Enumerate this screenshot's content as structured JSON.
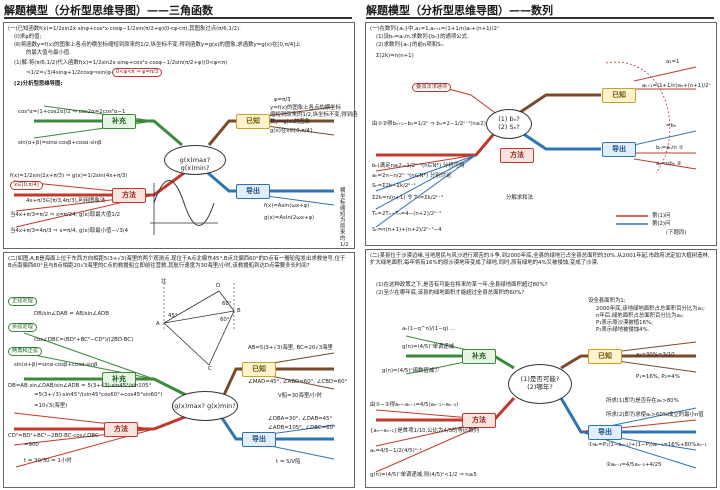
{
  "left": {
    "title": "解题模型（分析型思维导图）——三角函数",
    "problem1": {
      "intro": "(一)已知函数f(x)=1/2sin2x·sinφ+cos²x·cosφ−1/2sin(π/2+φ)(0<φ<π),其图象过点(π/6,1/2).",
      "q1": "(Ⅰ)求φ的值;",
      "q2": "(Ⅱ)将函数y=f(x)的图象上各点的横坐标缩短到原来的1/2,纵坐标不变,得到函数y=g(x)的图象,求函数y=g(x)在[0,π/4]上",
      "q2b": "的最大值与最小值.",
      "step1": "(1)解:将(π/6,1/2)代入函数f(x)=1/2sin2x·sinφ+cos²x·cosφ−1/2sin(π/2+φ)(0<φ<π)",
      "step2": "⇒1/2=√3/4sinφ+1/2cosφ⇒sin(φ+π/6)=1",
      "step2_callout": "0<φ<π ⇒ φ=π/3",
      "diagram_caption": "(2)分析型思维导图:",
      "formula1": "cos²α=(1+cos2α)/2 ⇒ cos2α=2cos²α−1",
      "formula2": "sin(α+β)=sinα·cosβ+cosα·sinβ",
      "hub": "g(x)max? g(x)min?",
      "node_supplement": "补充",
      "node_known": "已知",
      "node_method": "方法",
      "node_export": "导出",
      "known_top": "φ=π/3",
      "known_line1": "y=f(x)的图象上各点的横坐标",
      "known_line2": "缩短到原来的1/2,纵坐标不变,得到函",
      "known_line3": "数y=g(x)的图象",
      "known_line4": "g(x)在x∈[0,π/4]",
      "method_f": "f(x)=1/2sin(2x+π/3) ⇒ g(x)=1/2sin(4x+π/3)",
      "method_range": "x∈[0,π/4]",
      "method_box": "4x+π/3∈[π/3,4π/3],利用图象法",
      "method_result1": "当4x+π/3=π/2 ⇒ x=π/24, g(x)取最大值1/2",
      "method_result2": "当4x+π/3=4π/3 ⇒ x=π/4, g(x)取最小值−√3/4",
      "export_line1": "f(x)=Asin(ωx+φ)",
      "export_line2": "g(x)=Asin(2ωx+φ)",
      "vertical_caption": "横坐标缩短为原来的1/2"
    },
    "problem2": {
      "intro": "(二)如图,A,B是海面上位于东西方向相距5(3+√3)海里的两个观测点,现位于A点北偏东45°,B点北偏西60°的D点有一艘轮船发出求救信号,位于B点南偏西60°且与B点相距20√3海里的C点的救援船立即前往营救,其航行速度为30海里/小时,该救援船到达D点需要多长时间?",
      "callout_triangle": "正弦定理",
      "callout_cos": "余弦定理",
      "callout_sum": "两角和正弦",
      "hub": "g(x)max? g(x)min?",
      "node_supplement": "补充",
      "node_known": "已知",
      "node_method": "方法",
      "node_export": "导出",
      "sup_line1": "DB/sin∠DAB = AB/sin∠ADB",
      "sup_line2": "cos∠DBC=(BD²+BC²−CD²)/(2BD·BC)",
      "sup_line3": "sin(α+β)=sinα·cosβ+cosα·sinβ",
      "method_line1": "DB=AB·sin∠DAB/sin∠ADB = 5(3+√3)·sin45°/sin105°",
      "method_line2": "=5(3+√3)·sin45°/(sin45°cos60°+cos45°sin60°)",
      "method_line3": "=10√3(海里)",
      "method_line4": "CD²=BD²+BC²−2BD·BC·cos∠DBC",
      "method_line5": "=900",
      "method_line6": "t = 30/30 = 1小时",
      "known_line1": "AB=5(3+√3)海里, BC=20√3海里",
      "known_line2": "∠MAD=45°, ∠ABD=60°, ∠CBD=60°",
      "known_line3": "V船=30海里/小时",
      "export_line1": "∠DBA=30°, ∠DAB=45°",
      "export_line2": "∠ADB=105°, ∠DBC=60°",
      "export_line3": "t = S/V船",
      "fig_labels": [
        "北",
        "D",
        "A",
        "B",
        "C",
        "45°",
        "60°",
        "60°"
      ]
    }
  },
  "right": {
    "title": "解题模型（分析型思维导图）——数列",
    "problem1": {
      "intro": "(一)在数列{aₙ}中,a₁=1,aₙ₊₁=(1+1/n)aₙ+(n+1)/2ⁿ",
      "q1": "(1)设bₙ=aₙ/n,求数列{bₙ}的通项公式.",
      "q2": "(2)求数列{aₙ}的前n项和Sₙ.",
      "sum_formula": "Σ(2k)=n(n+1)",
      "callout": "叠加法求通项",
      "hub_line1": "(1) bₙ?",
      "hub_line2": "(2) Sₙ?",
      "node_known": "已知",
      "node_export": "导出",
      "node_method": "方法",
      "known_line1": "a₁=1",
      "known_line2": "aₙ₊₁=(1+1/n)aₙ+(n+1)/2ⁿ",
      "export_line1": "=bₙ",
      "export_line2": "bₙ=aₙ/n ①",
      "export_line3": "aₙ=nbₙ ②",
      "method_line1": "由①②得bₙ₊₁−bₙ=1/2ⁿ ⇒ bₙ=2−1/2ⁿ⁻¹(n≥2)",
      "method_line2": "bₙ(满足n≥2−1/2ⁿ⁻¹(n∈N*) 分析可得",
      "method_line3": "aₙ=2n−n/2ⁿ⁻¹(n∈N*) 分别讨论",
      "method_line4": "Sₙ=Σ2k−Σk/2ᵏ⁻¹",
      "method_line5": "Σ2k=n(n+1) 令 Tₙ=Σk/2ᵏ⁻¹",
      "method_line6": "Tₙ=2Tₙ−Tₙ=4−(n+2)/2ⁿ⁻¹",
      "method_line7": "Sₙ=n(n+1)+(n+2)/2ⁿ⁻¹−4",
      "side_caption": "分解求和法",
      "legend_q1": "第(1)问",
      "legend_q2": "第(2)问",
      "legend_note": "(下题同)",
      "legend_q1_color": "#c0392b",
      "legend_q2_color": "#2e74b5"
    },
    "problem2": {
      "intro": "(二)某县位于沙漠边缘,当地居民与风沙进行艰苦的斗争,到2000年底,全县的绿地已占全县总面积的30%.从2001年起,市政府决定加大植树造林,扩大绿地面积,每年将有16%的原沙漠地带变成了绿地,同时,原有绿地的4%又被侵蚀,变成了沙漠.",
      "q1": "(1)在这种政策之下,是否有可能在将来的某一年,全县绿地面积超过80%?",
      "q2": "(2)至少在哪年底,该县的绿地面积才能超过全县总面积的60%?",
      "hub_line1": "(1)是否可能?",
      "hub_line2": "(2)哪年?",
      "node_supplement": "补充",
      "node_known": "已知",
      "node_method": "方法",
      "node_export": "导出",
      "known_head1": "设全县面积为1;",
      "known_head2": "2000年底,该地绿地面积占总面积百分比为a₁;",
      "known_head3": "n年后,绿地面积占总面积百分比为aₙ;",
      "known_head4": "P₁表示原沙漠被植16%;",
      "known_head5": "P₂表示绿地被侵蚀4%.",
      "known_line1": "a₁=30%=3/10",
      "known_line2": "P₁=16%, P₂=4%",
      "sup_line1": "aₙ(1−q^n)/(1−q) ...",
      "sup_line2": "g(n)=(4/5)ⁿ单调递减",
      "sup_line3": "g(n)=(4/5)ⁿ函数值减少",
      "method_line1": "由①−②得aₙ−aₙ₋₁=4/5(aₙ₋₁−aₙ₋₂)",
      "method_line2": "{aₙ−aₙ₋₁}是首项1/10,公比为4/5的等比数列",
      "method_line3": "aₙ=4/5−1/2(4/5)ⁿ⁻¹",
      "method_line4": "g(n)=(4/5)ⁿ单调递减,则(4/5)ⁿ<1/2 ⇒ n≥5",
      "export_line1": "所求(1)即为是否存在aₙ>80%",
      "export_line2": "所求(2)即为求使aₙ>60%成立的最小n值",
      "export_line3": "①aₙ=P₁(1−aₙ₋₁)+(1−P₂)aₙ₋₁=16%+80%aₙ₋₁",
      "export_line4": "②aₙ₋₁=4/5aₙ₋₂+4/25"
    }
  }
}
